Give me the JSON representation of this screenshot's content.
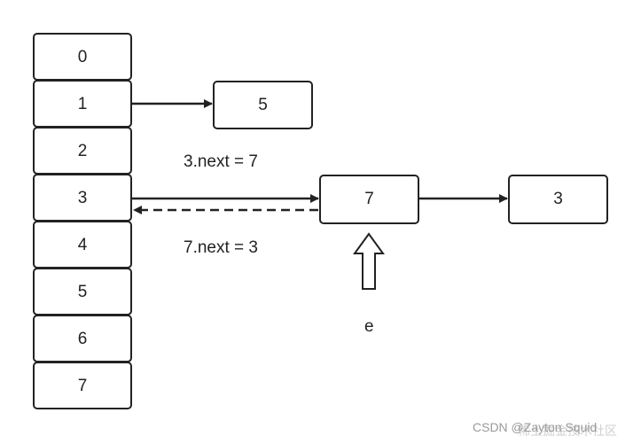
{
  "array": {
    "cells": [
      "0",
      "1",
      "2",
      "3",
      "4",
      "5",
      "6",
      "7"
    ]
  },
  "nodes": {
    "node_5": "5",
    "node_7": "7",
    "node_3": "3"
  },
  "labels": {
    "next_3_to_7": "3.next = 7",
    "next_7_to_3": "7.next = 3",
    "pointer_e": "e"
  },
  "watermark": {
    "text": "CSDN @Zayton Squid",
    "overlay": "稀土掘金技术社区"
  },
  "colors": {
    "stroke": "#222222",
    "background": "#ffffff",
    "watermark": "#9a9a9a"
  }
}
